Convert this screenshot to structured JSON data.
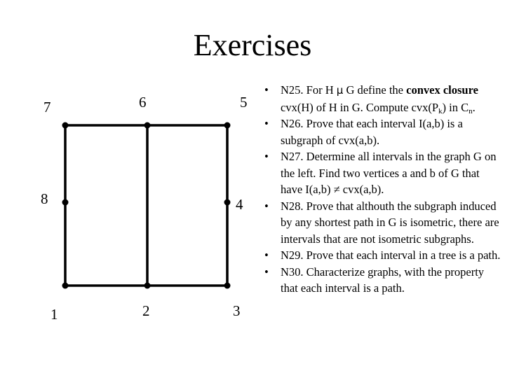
{
  "title": "Exercises",
  "graph": {
    "vertex_labels": {
      "v7": "7",
      "v6": "6",
      "v5": "5",
      "v8": "8",
      "v4": "4",
      "v1": "1",
      "v2": "2",
      "v3": "3"
    }
  },
  "exercises": {
    "n25": {
      "a": "N25. For H ",
      "mu": "µ",
      "b": " G define the ",
      "bold": "convex closure",
      "c": " cvx(H) of H in G. Compute cvx(P",
      "sub1": "k",
      "d": ") in C",
      "sub2": "n",
      "e": "."
    },
    "n26": "N26. Prove that each interval I(a,b) is a subgraph of cvx(a,b).",
    "n27": "N27. Determine all intervals in the graph G on the left. Find two vertices a and b of G that have I(a,b) ≠ cvx(a,b).",
    "n28": "N28. Prove that althouth the subgraph induced by any shortest path in G is isometric, there are intervals that are not isometric subgraphs.",
    "n29": "N29. Prove that each interval in a tree is a path.",
    "n30": "N30. Characterize graphs, with the property  that each interval is a path."
  }
}
